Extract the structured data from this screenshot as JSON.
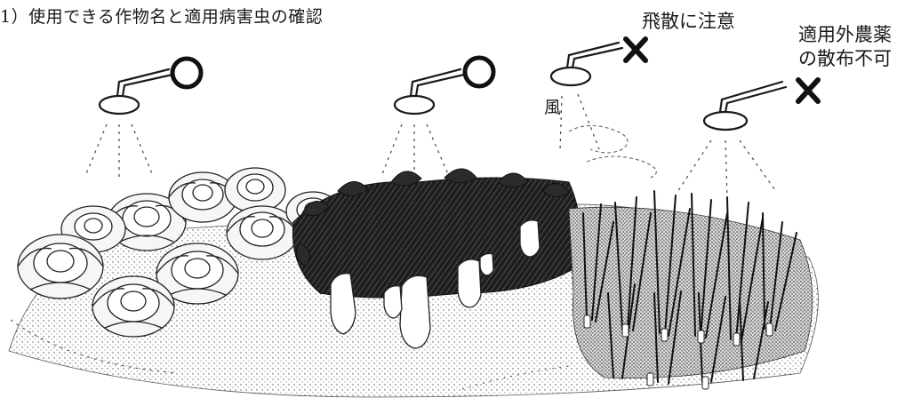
{
  "heading": "1）使用できる作物名と適用病害虫の確認",
  "labels": {
    "drift_caution": "飛散に注意",
    "unapplied_line1": "適用外農薬",
    "unapplied_line2": "の散布不可",
    "wind": "風"
  }
}
